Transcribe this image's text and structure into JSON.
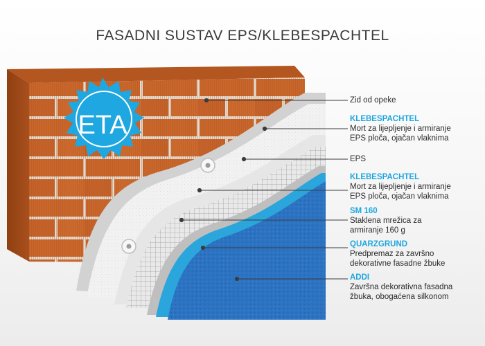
{
  "title": "FASADNI SUSTAV EPS/KLEBESPACHTEL",
  "badge": {
    "text": "ETA",
    "color": "#1ea7e0"
  },
  "colors": {
    "brick": "#c8662b",
    "mortar": "#e3dbd0",
    "adhesive": "#d2d2d2",
    "eps": "#f1f1f1",
    "mesh": "#dcdcdc",
    "primer": "#2aa6dc",
    "render": "#2c73c2",
    "accent": "#1ca6df"
  },
  "layers": [
    {
      "description": "Zid od opeke"
    },
    {
      "heading": "KLEBESPACHTEL",
      "lines": [
        "Mort za lijepljenje i armiranje",
        "EPS ploča, ojačan vlaknima"
      ]
    },
    {
      "description": "EPS"
    },
    {
      "heading": "KLEBESPACHTEL",
      "lines": [
        "Mort za lijepljenje i armiranje",
        "EPS ploča, ojačan vlaknima"
      ]
    },
    {
      "heading": "SM 160",
      "lines": [
        "Staklena mrežica za",
        "armiranje 160 g"
      ]
    },
    {
      "heading": "QUARZGRUND",
      "lines": [
        "Predpremaz za završno",
        "dekorativne fasadne žbuke"
      ]
    },
    {
      "heading": "ADDI",
      "lines": [
        "Završna dekorativna fasadna",
        "žbuka, obogaćena silkonom"
      ]
    }
  ]
}
